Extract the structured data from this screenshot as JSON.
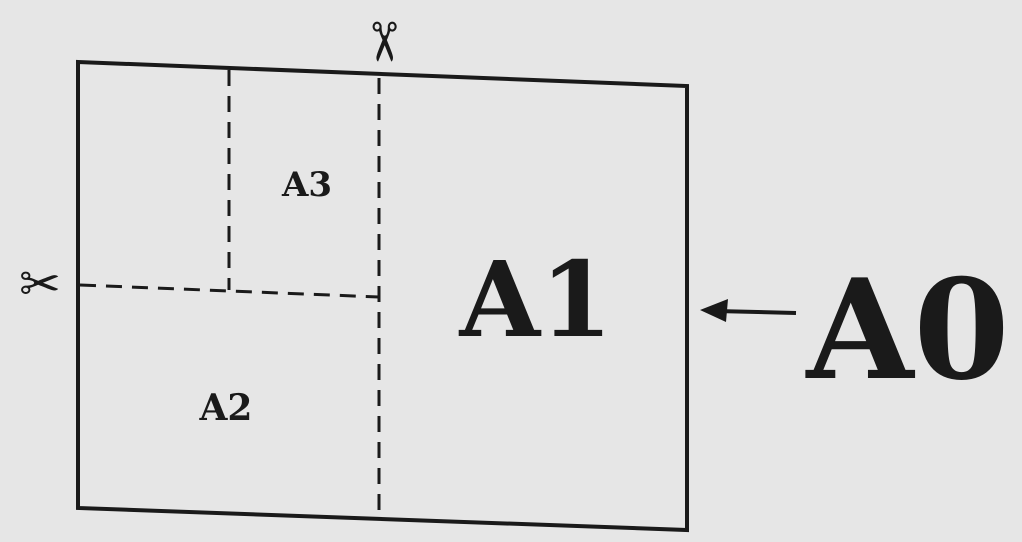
{
  "labels": {
    "a0": "A0",
    "a1": "A1",
    "a2": "A2",
    "a3": "A3"
  },
  "icons": {
    "top_cut": "scissors-icon",
    "left_cut": "scissors-icon",
    "pointer": "arrow-left-icon"
  },
  "colors": {
    "background": "#e6e6e6",
    "ink": "#1a1a1a"
  }
}
